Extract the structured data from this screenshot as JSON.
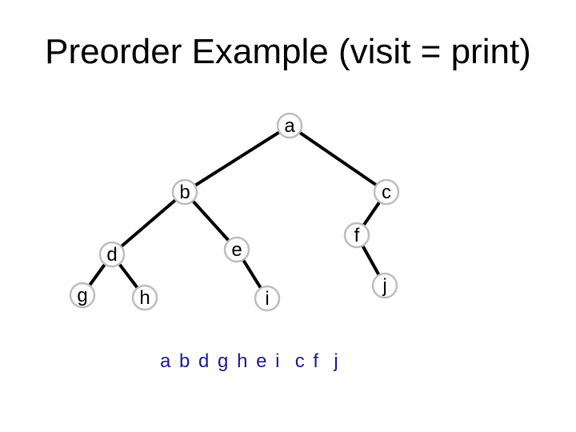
{
  "title": "Preorder Example (visit = print)",
  "tree": {
    "nodes": [
      {
        "id": "a",
        "label": "a"
      },
      {
        "id": "b",
        "label": "b"
      },
      {
        "id": "c",
        "label": "c"
      },
      {
        "id": "d",
        "label": "d"
      },
      {
        "id": "e",
        "label": "e"
      },
      {
        "id": "f",
        "label": "f"
      },
      {
        "id": "g",
        "label": "g"
      },
      {
        "id": "h",
        "label": "h"
      },
      {
        "id": "i",
        "label": "i"
      },
      {
        "id": "j",
        "label": "j"
      }
    ],
    "edges": [
      [
        "a",
        "b"
      ],
      [
        "a",
        "c"
      ],
      [
        "b",
        "d"
      ],
      [
        "b",
        "e"
      ],
      [
        "c",
        "f"
      ],
      [
        "d",
        "g"
      ],
      [
        "d",
        "h"
      ],
      [
        "e",
        "i"
      ],
      [
        "f",
        "j"
      ]
    ]
  },
  "sequence": "a b d g h e i  c f  j"
}
